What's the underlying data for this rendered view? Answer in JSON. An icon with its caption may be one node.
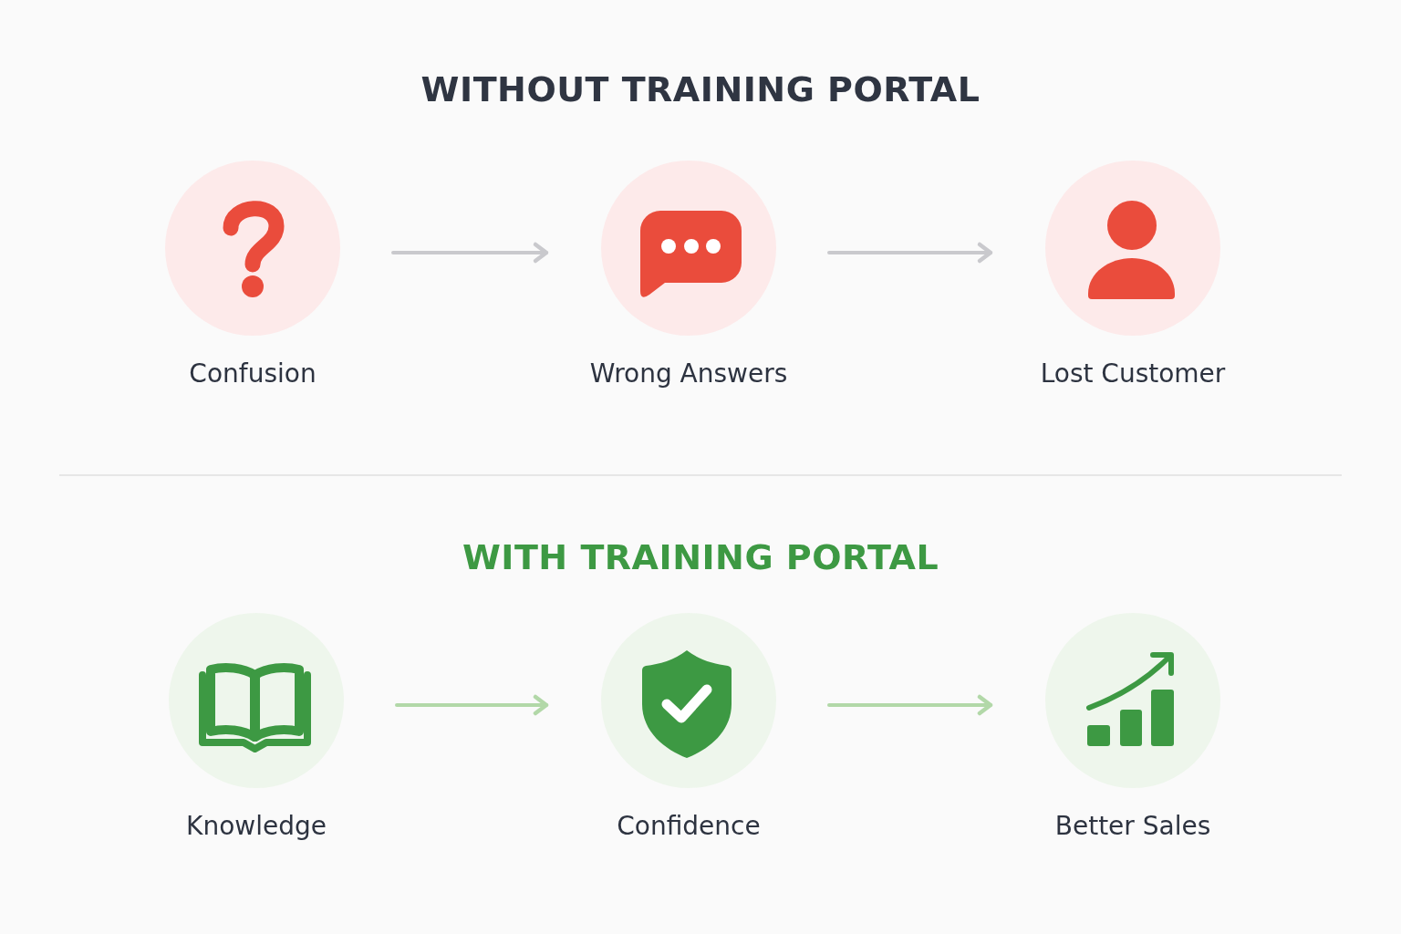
{
  "diagram": {
    "nodes": [
      {
        "text": [
          "Confusion"
        ]
      },
      {
        "text": [
          "Wrong Answers"
        ]
      },
      {
        "text": [
          "Lost Customer"
        ]
      },
      {
        "text": [
          "Knowledge"
        ]
      },
      {
        "text": [
          "Confidence"
        ]
      },
      {
        "text": [
          "Better Sales"
        ]
      }
    ],
    "edges": [
      {
        "from": 0,
        "to": 1,
        "arrow": "to",
        "color": "#c9c9cd"
      },
      {
        "from": 1,
        "to": 2,
        "arrow": "to",
        "color": "#c9c9cd"
      },
      {
        "from": 3,
        "to": 4,
        "arrow": "to",
        "color": "#b2d8a8"
      },
      {
        "from": 4,
        "to": 5,
        "arrow": "to",
        "color": "#b2d8a8"
      }
    ],
    "labels": [
      "WITHOUT TRAINING PORTAL",
      "WITH TRAINING PORTAL"
    ]
  }
}
